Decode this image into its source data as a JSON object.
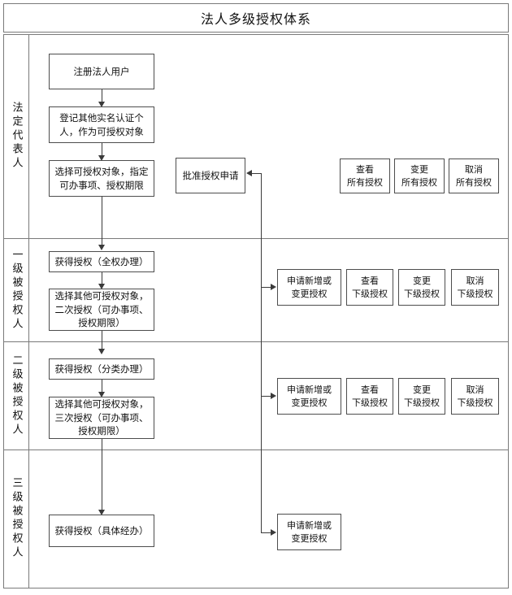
{
  "title": "法人多级授权体系",
  "lanes": [
    {
      "label": "法定代表人"
    },
    {
      "label": "一级被授权人"
    },
    {
      "label": "二级被授权人"
    },
    {
      "label": "三级被授权人"
    }
  ],
  "nodes": {
    "lane1": {
      "register": "注册法人用户",
      "record_persons": "登记其他实名认证个人，作为可授权对象",
      "select_target": "选择可授权对象，指定可办事项、授权期限",
      "approve_request": "批准授权申请",
      "view_all": "查看\n所有授权",
      "change_all": "变更\n所有授权",
      "cancel_all": "取消\n所有授权"
    },
    "lane2": {
      "granted": "获得授权（全权办理）",
      "sub_auth": "选择其他可授权对象，二次授权（可办事项、授权期限）",
      "apply_change": "申请新增或\n变更授权",
      "view_sub": "查看\n下级授权",
      "change_sub": "变更\n下级授权",
      "cancel_sub": "取消\n下级授权"
    },
    "lane3": {
      "granted": "获得授权（分类办理）",
      "sub_auth": "选择其他可授权对象，三次授权（可办事项、授权期限）",
      "apply_change": "申请新增或\n变更授权",
      "view_sub": "查看\n下级授权",
      "change_sub": "变更\n下级授权",
      "cancel_sub": "取消\n下级授权"
    },
    "lane4": {
      "granted": "获得授权（具体经办）",
      "apply_change": "申请新增或\n变更授权"
    }
  },
  "colors": {
    "frame_line": "#7a7a7a",
    "node_border": "#4d4d4d",
    "connector": "#3a3a3a",
    "background": "#ffffff",
    "text": "#111111"
  }
}
